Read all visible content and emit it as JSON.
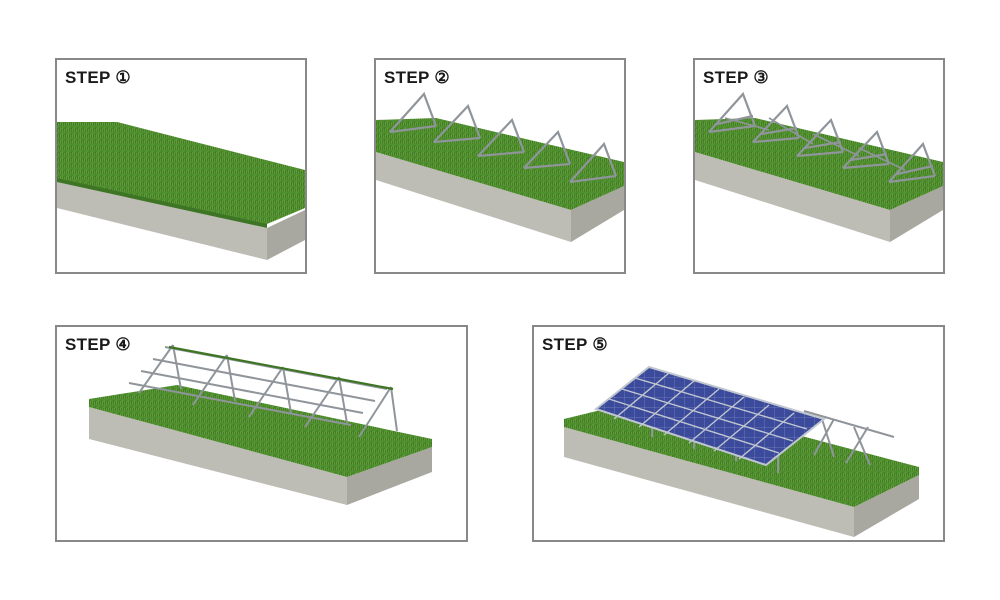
{
  "steps": [
    {
      "label": "STEP ①"
    },
    {
      "label": "STEP ②"
    },
    {
      "label": "STEP ③"
    },
    {
      "label": "STEP ④"
    },
    {
      "label": "STEP ⑤"
    }
  ],
  "colors": {
    "grass": "#4f8f2e",
    "grass_dark": "#3d7524",
    "base_side": "#a8a8a0",
    "base_front": "#bdbdb5",
    "steel": "#9aa0a4",
    "panel_blue": "#3b4a9a",
    "frame_border": "#888888"
  }
}
